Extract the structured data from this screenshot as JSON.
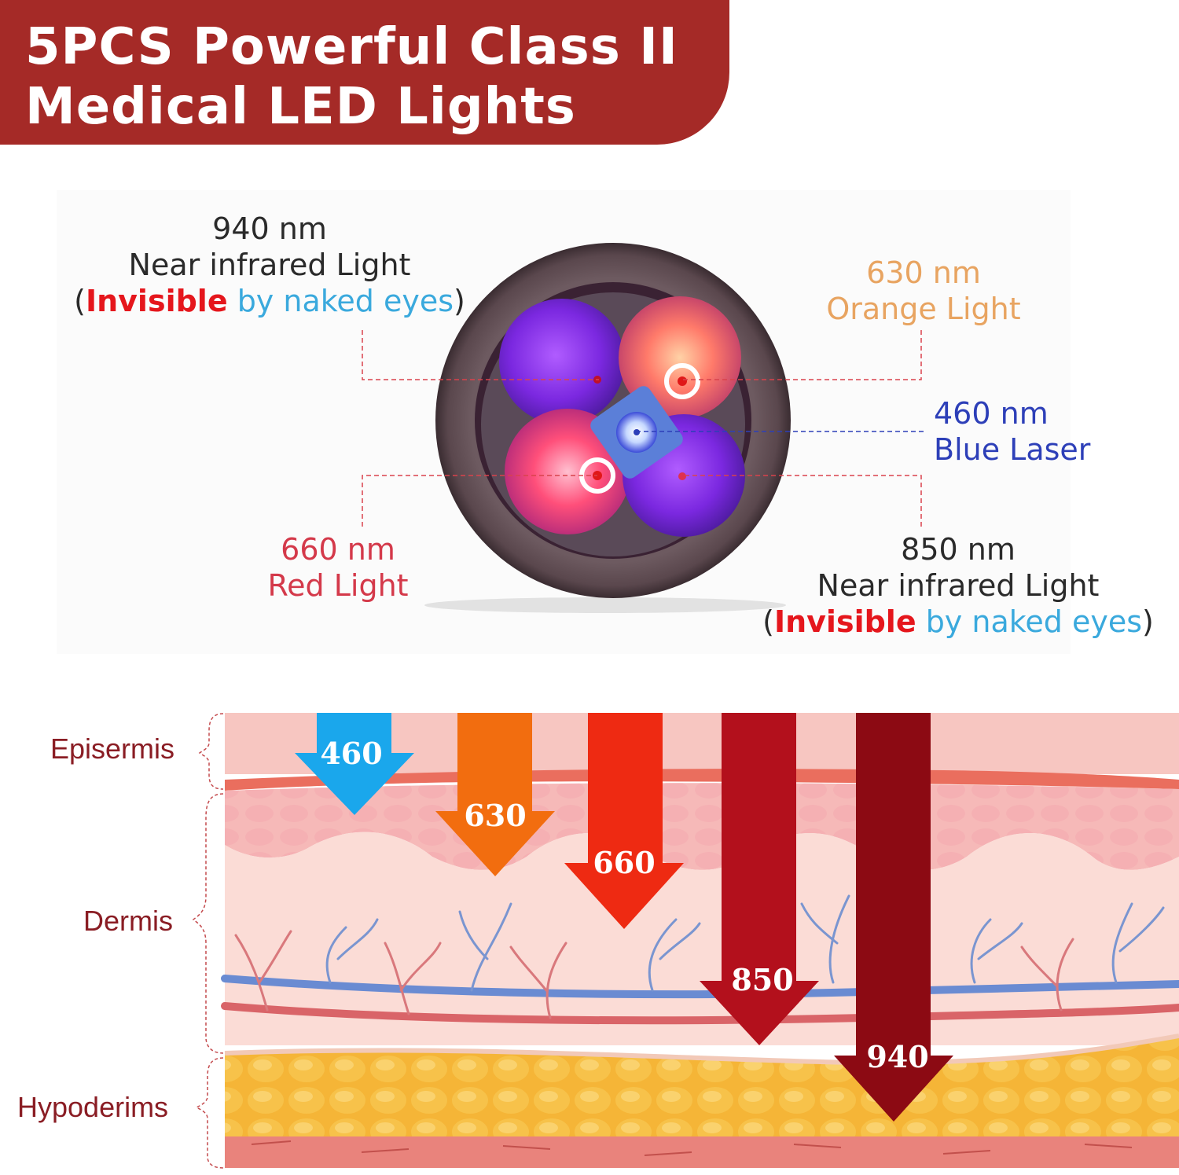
{
  "banner": {
    "line1": "5PCS Powerful Class II",
    "line2": "Medical LED Lights",
    "color": "#a52a27"
  },
  "labels": {
    "nm940": {
      "nm": "940 nm",
      "name": "Near infrared Light",
      "paren_open": "(",
      "invisible": "Invisible",
      "by_naked": " by naked eyes",
      "paren_close": ")"
    },
    "nm630": {
      "nm": "630 nm",
      "name": "Orange Light",
      "color": "#e8a461"
    },
    "nm460": {
      "nm": "460 nm",
      "name": "Blue Laser",
      "color": "#2d3fb8"
    },
    "nm660": {
      "nm": "660 nm",
      "name": "Red Light",
      "color": "#d4394a"
    },
    "nm850": {
      "nm": "850 nm",
      "name": "Near infrared Light",
      "paren_open": "(",
      "invisible": "Invisible",
      "by_naked": " by naked eyes",
      "paren_close": ")"
    }
  },
  "skin": {
    "layers": [
      "Episermis",
      "Dermis",
      "Hypoderims"
    ],
    "arrows": [
      {
        "label": "460",
        "color": "#1aa7ec"
      },
      {
        "label": "630",
        "color": "#f26d0f"
      },
      {
        "label": "660",
        "color": "#ee2a12"
      },
      {
        "label": "850",
        "color": "#b3101c"
      },
      {
        "label": "940",
        "color": "#8c0a13"
      }
    ]
  }
}
